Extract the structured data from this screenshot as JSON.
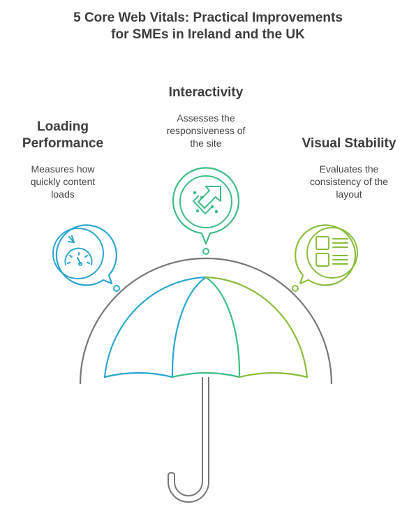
{
  "title": {
    "line1": "5 Core Web Vitals: Practical Improvements",
    "line2": "for SMEs in Ireland and the UK"
  },
  "items": [
    {
      "heading_lines": [
        "Loading",
        "Performance"
      ],
      "desc_lines": [
        "Measures how",
        "quickly content",
        "loads"
      ],
      "icon": "speedometer-icon",
      "color": "#2aa7d1"
    },
    {
      "heading_lines": [
        "Interactivity"
      ],
      "desc_lines": [
        "Assesses the",
        "responsiveness of",
        "the site"
      ],
      "icon": "cursor-click-icon",
      "color": "#3dbd86"
    },
    {
      "heading_lines": [
        "Visual Stability"
      ],
      "desc_lines": [
        "Evaluates the",
        "consistency of the",
        "layout"
      ],
      "icon": "layout-grid-icon",
      "color": "#8bbd3c"
    }
  ],
  "colors": {
    "outline": "#777777",
    "blue": "#2aa7d1",
    "green": "#3dbd86",
    "lime": "#8bbd3c"
  }
}
